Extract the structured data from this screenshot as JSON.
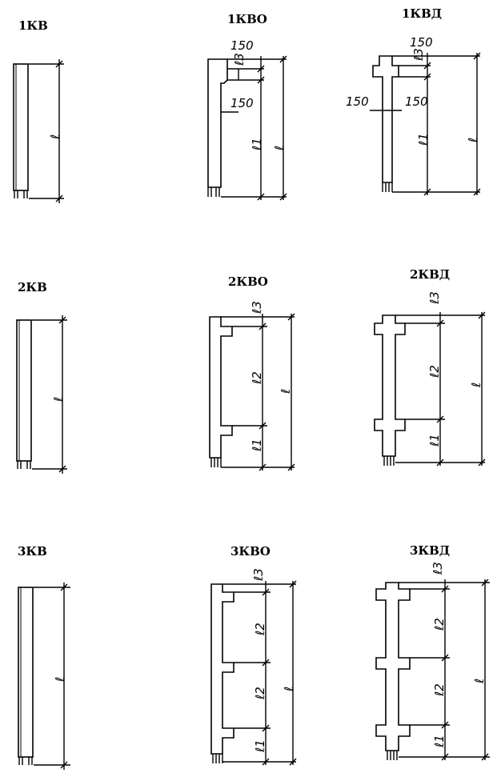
{
  "titles": {
    "kv1": "1КВ",
    "kvo1": "1КВО",
    "kvd1": "1КВД",
    "kv2": "2КВ",
    "kvo2": "2КВО",
    "kvd2": "2КВД",
    "kv3": "3КВ",
    "kvo3": "3КВО",
    "kvd3": "3КВД"
  },
  "dims": {
    "length": "ℓ",
    "top_segment": "ℓ3",
    "lower_segment": "ℓ1",
    "middle_segment": "ℓ2",
    "console_150": "150"
  }
}
